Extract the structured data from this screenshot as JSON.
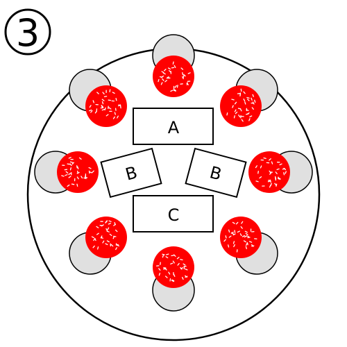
{
  "number_badge": "3",
  "labels": {
    "a": "A",
    "b_left": "B",
    "b_right": "B",
    "c": "C"
  },
  "colors": {
    "outline": "#000000",
    "gray_disc": "#e0e0e0",
    "red_disc": "#ff0000",
    "speckle": "#ffffff",
    "background": "#ffffff"
  }
}
